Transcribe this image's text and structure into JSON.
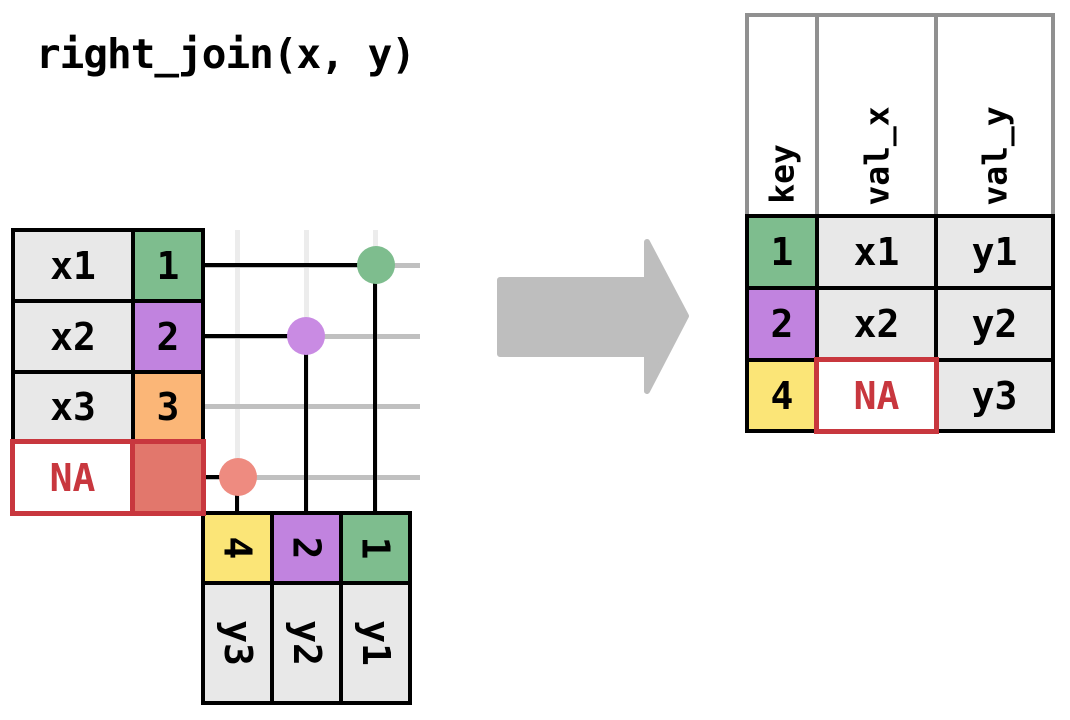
{
  "title": "right_join(x, y)",
  "x_table": {
    "rows": [
      {
        "val": "x1",
        "key": "1",
        "key_color": "#7EBD8E"
      },
      {
        "val": "x2",
        "key": "2",
        "key_color": "#C183DF"
      },
      {
        "val": "x3",
        "key": "3",
        "key_color": "#FBB677"
      },
      {
        "val": "NA",
        "key": "",
        "key_color": "#E2776C"
      }
    ]
  },
  "y_table": {
    "columns": [
      {
        "key": "4",
        "val": "y3",
        "key_color": "#FBE577"
      },
      {
        "key": "2",
        "val": "y2",
        "key_color": "#C183DF"
      },
      {
        "key": "1",
        "val": "y1",
        "key_color": "#7EBD8E"
      }
    ]
  },
  "result_table": {
    "headers": [
      "key",
      "val_x",
      "val_y"
    ],
    "rows": [
      {
        "key": "1",
        "val_x": "x1",
        "val_y": "y1",
        "key_color": "#7EBD8E"
      },
      {
        "key": "2",
        "val_x": "x2",
        "val_y": "y2",
        "key_color": "#C183DF"
      },
      {
        "key": "4",
        "val_x": "NA",
        "val_y": "y3",
        "key_color": "#FBE577"
      }
    ]
  },
  "colors": {
    "green": "#7EBD8E",
    "purple": "#C183DF",
    "orange": "#FBB677",
    "yellow": "#FBE577",
    "salmon_cell": "#E2776C",
    "dot_purple": "#C98BE3",
    "dot_salmon": "#EE8B80",
    "na_red": "#C8373E",
    "cell_gray": "#E8E8E8",
    "header_border_gray": "#909090",
    "arrow_gray": "#BEBEBE",
    "grid_h_gray": "#C0C0C0",
    "grid_v_gray": "#ECECEC"
  },
  "icons": {
    "arrow": "transform-arrow-right",
    "match_dots": [
      "match-dot-green",
      "match-dot-purple",
      "match-dot-salmon"
    ]
  }
}
